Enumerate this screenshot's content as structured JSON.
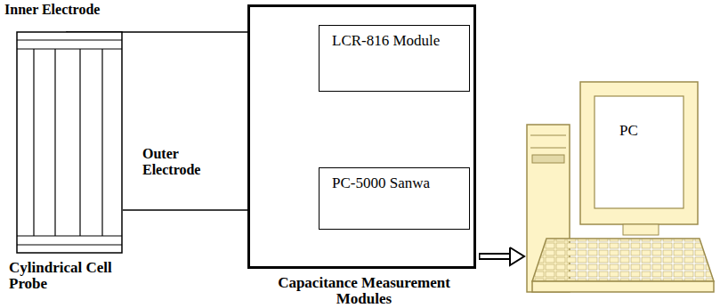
{
  "diagram": {
    "nodes": [
      {
        "text": [
          "Cylindrical Cell Probe"
        ]
      },
      {
        "text": [
          "Capacitance Measurement Modules"
        ]
      },
      {
        "text": [
          "LCR-816 Module"
        ],
        "in": 1
      },
      {
        "text": [
          "PC-5000 Sanwa"
        ],
        "in": 1
      },
      {
        "text": [
          "PC"
        ]
      }
    ],
    "edges": [
      {
        "from": 0,
        "to": 2,
        "label": "Inner Electrode",
        "arrow": "none"
      },
      {
        "from": 0,
        "to": 3,
        "label": "Outer Electrode",
        "arrow": "none"
      },
      {
        "from": 1,
        "to": 4,
        "arrow": "to"
      }
    ]
  }
}
